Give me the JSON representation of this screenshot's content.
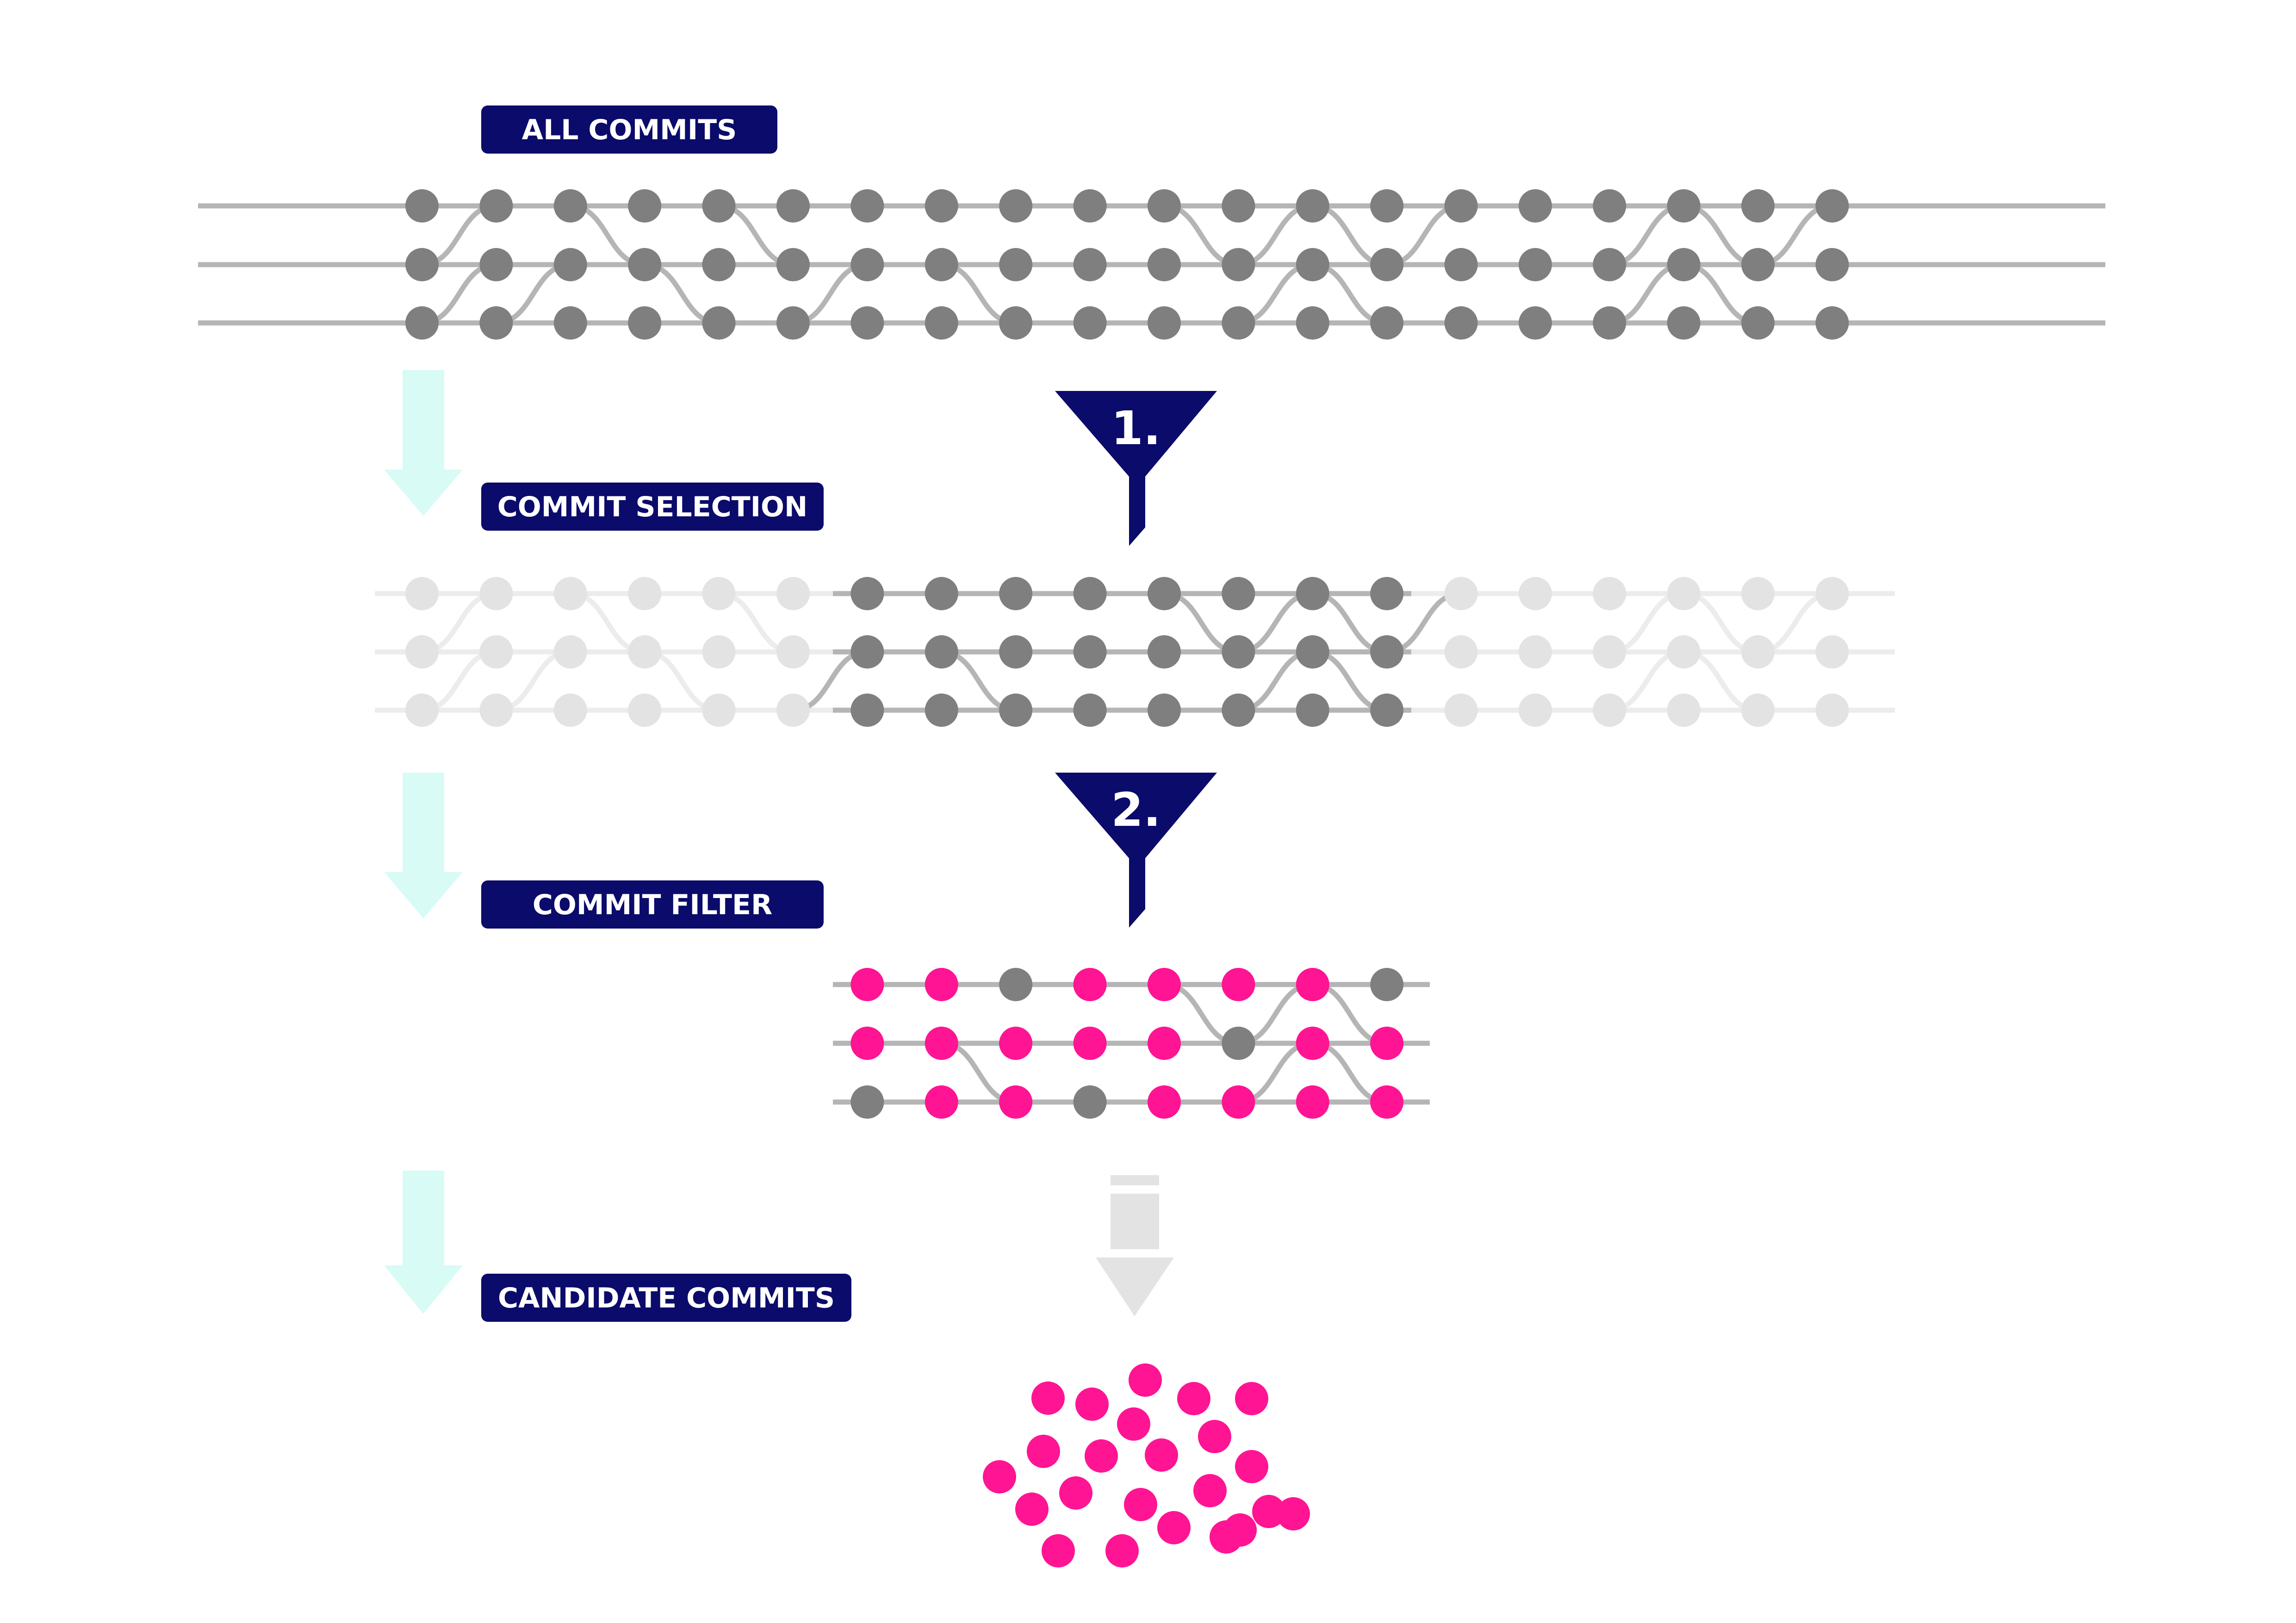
{
  "labels": {
    "all_commits": "ALL COMMITS",
    "commit_selection": "COMMIT SELECTION",
    "commit_filter": "COMMIT FILTER",
    "candidate_commits": "CANDIDATE COMMITS"
  },
  "filters": {
    "step1": "1.",
    "step2": "2.",
    "color": "#0b0b6b"
  },
  "colors": {
    "label_bg": "#0b0b6b",
    "label_text": "#ffffff",
    "commit": "#7f7f7f",
    "commit_faded": "#e3e3e3",
    "line": "#b5b5b5",
    "line_faded": "#ececec",
    "highlight": "#ff1493",
    "side_arrow": "#d8fbf6",
    "gray_arrow": "#e3e3e3"
  },
  "diagram": {
    "commits_per_row": 20,
    "rows": 3,
    "selected_range": [
      6,
      13
    ],
    "filter_pattern": [
      [
        1,
        1,
        0,
        1,
        1,
        1,
        1,
        0
      ],
      [
        1,
        1,
        1,
        1,
        1,
        0,
        1,
        1
      ],
      [
        0,
        1,
        1,
        0,
        1,
        1,
        1,
        1
      ]
    ],
    "candidate_count": 23
  }
}
